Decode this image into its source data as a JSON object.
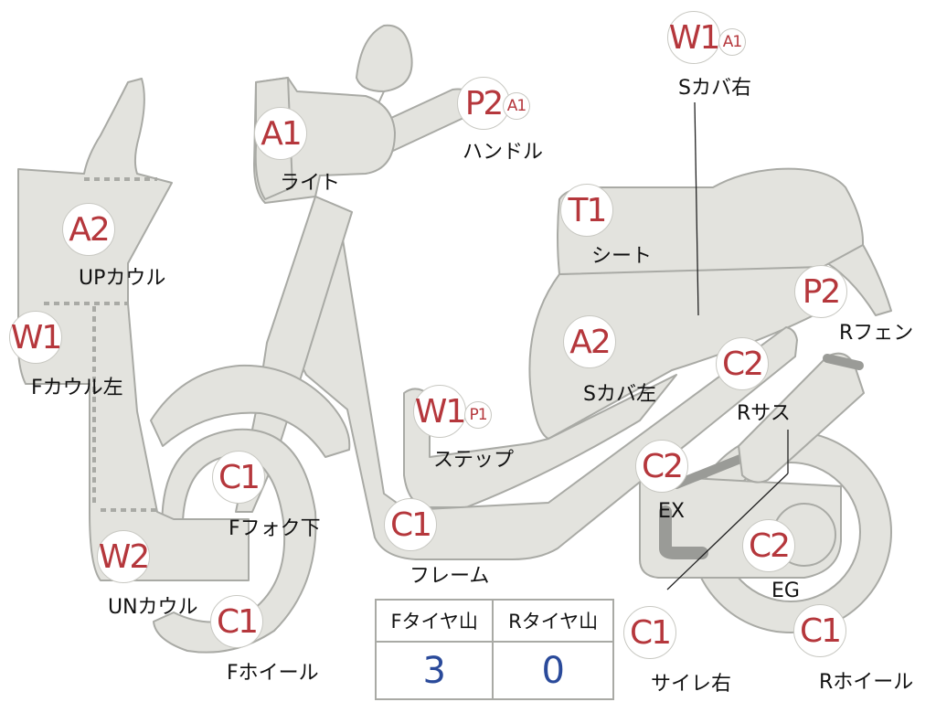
{
  "badges": {
    "light": "A1",
    "handle": "P2",
    "handle_sub": "A1",
    "scover_right": "W1",
    "scover_right_sub": "A1",
    "seat": "T1",
    "up_cowl": "A2",
    "r_fender": "P2",
    "f_cowl_left": "W1",
    "scover_left": "A2",
    "r_sus": "C2",
    "step": "W1",
    "step_sub": "P1",
    "f_fork": "C1",
    "ex": "C2",
    "frame": "C1",
    "un_cowl": "W2",
    "eg": "C2",
    "f_wheel": "C1",
    "side_cover_right": "C1",
    "r_wheel": "C1"
  },
  "labels": {
    "light": "ライト",
    "handle": "ハンドル",
    "scover_right": "Sカバ右",
    "seat": "シート",
    "up_cowl": "UPカウル",
    "r_fender": "Rフェン",
    "f_cowl_left": "Fカウル左",
    "scover_left": "Sカバ左",
    "r_sus": "Rサス",
    "step": "ステップ",
    "f_fork": "Fフォク下",
    "ex": "EX",
    "frame": "フレーム",
    "un_cowl": "UNカウル",
    "eg": "EG",
    "f_wheel": "Fホイール",
    "side_cover_right": "サイレ右",
    "r_wheel": "Rホイール"
  },
  "tire_table": {
    "headers": [
      "Fタイヤ山",
      "Rタイヤ山"
    ],
    "values": [
      "3",
      "0"
    ]
  },
  "colors": {
    "badge_text": "#b5373c",
    "table_value": "#2a4a9a",
    "part_fill": "#e3e3de",
    "part_stroke": "#a9aaa5",
    "exhaust_pipe": "#9a9b97"
  }
}
